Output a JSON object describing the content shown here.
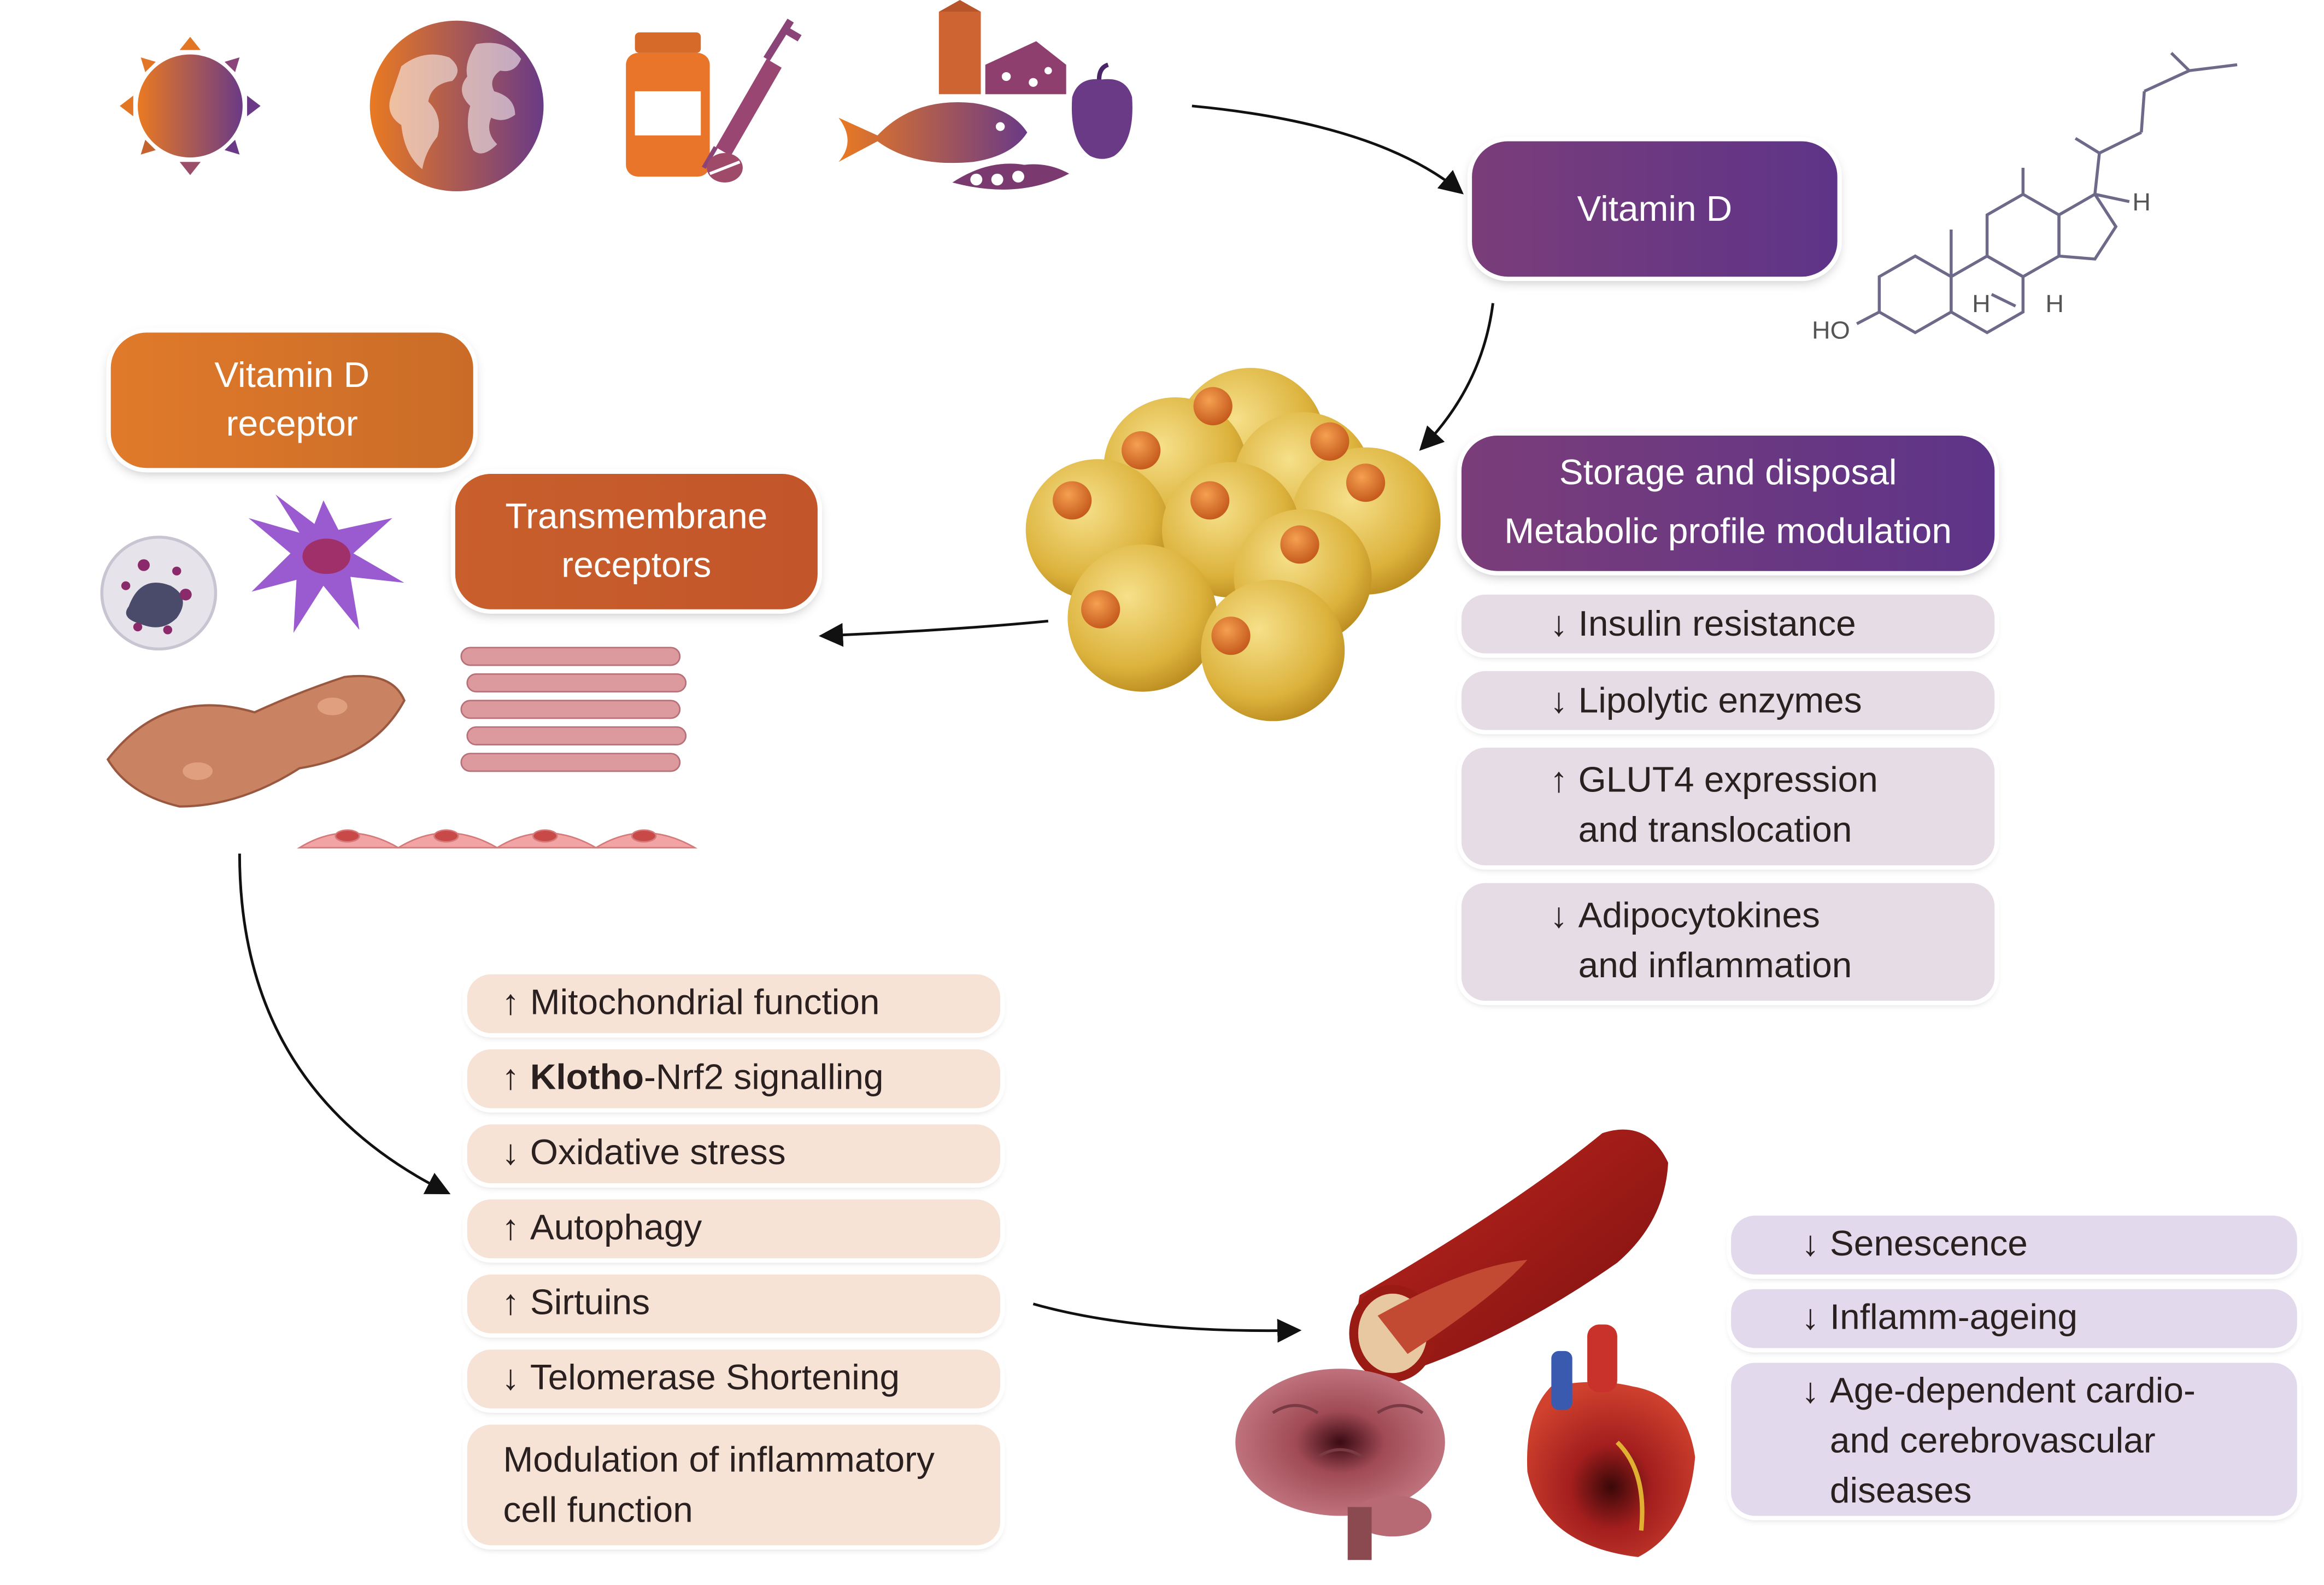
{
  "colors": {
    "purple": "#6a3a86",
    "orange": "#e07a2a",
    "transmembrane": "#c75c2b",
    "mauve_panel": "#e6dce6",
    "peach_panel": "#f6e3d6",
    "lavender_panel": "#e2d9ec"
  },
  "icons": [
    "sun-icon",
    "globe-icon",
    "supplement-bottle-icon",
    "syringe-icon",
    "pill-icon",
    "milk-carton-icon",
    "cheese-icon",
    "fish-icon",
    "pea-pod-icon",
    "pepper-icon",
    "cholesterol-structure",
    "adipocyte-cluster",
    "neutrophil-cell",
    "dendritic-cell",
    "smooth-muscle-cell",
    "cardiomyocyte-network",
    "endothelial-cells",
    "blood-vessel",
    "brain",
    "heart"
  ],
  "vitamin_d": {
    "label": "Vitamin D"
  },
  "structure": {
    "ho": "HO",
    "h1": "H",
    "h2": "H",
    "h3": "H"
  },
  "vdr": {
    "line1": "Vitamin D",
    "line2": "receptor"
  },
  "transmembrane": {
    "line1": "Transmembrane",
    "line2": "receptors"
  },
  "storage": {
    "line1": "Storage and disposal",
    "line2": "Metabolic profile modulation"
  },
  "adipose_effects": [
    {
      "arrow": "↓",
      "line1": "Insulin resistance",
      "line2": ""
    },
    {
      "arrow": "↓",
      "line1": "Lipolytic enzymes",
      "line2": ""
    },
    {
      "arrow": "↑",
      "line1": "GLUT4 expression",
      "line2": "and translocation"
    },
    {
      "arrow": "↓",
      "line1": "Adipocytokines",
      "line2": "and inflammation"
    }
  ],
  "cellular_effects": [
    {
      "arrow": "↑",
      "pre": "",
      "strong": "",
      "text": "Mitochondrial function"
    },
    {
      "arrow": "↑",
      "pre": "",
      "strong": "Klotho",
      "text": "-Nrf2 signalling"
    },
    {
      "arrow": "↓",
      "pre": "",
      "strong": "",
      "text": "Oxidative stress"
    },
    {
      "arrow": "↑",
      "pre": "",
      "strong": "",
      "text": "Autophagy"
    },
    {
      "arrow": "↑",
      "pre": "",
      "strong": "",
      "text": "Sirtuins"
    },
    {
      "arrow": "↓",
      "pre": "",
      "strong": "",
      "text": "Telomerase Shortening"
    }
  ],
  "inflammatory": {
    "line1": "Modulation of inflammatory",
    "line2": "cell function"
  },
  "outcomes": [
    {
      "arrow": "↓",
      "line1": "Senescence",
      "line2": "",
      "line3": ""
    },
    {
      "arrow": "↓",
      "line1": "Inflamm-ageing",
      "line2": "",
      "line3": ""
    },
    {
      "arrow": "↓",
      "line1": "Age-dependent cardio-",
      "line2": "and cerebrovascular",
      "line3": "diseases"
    }
  ]
}
